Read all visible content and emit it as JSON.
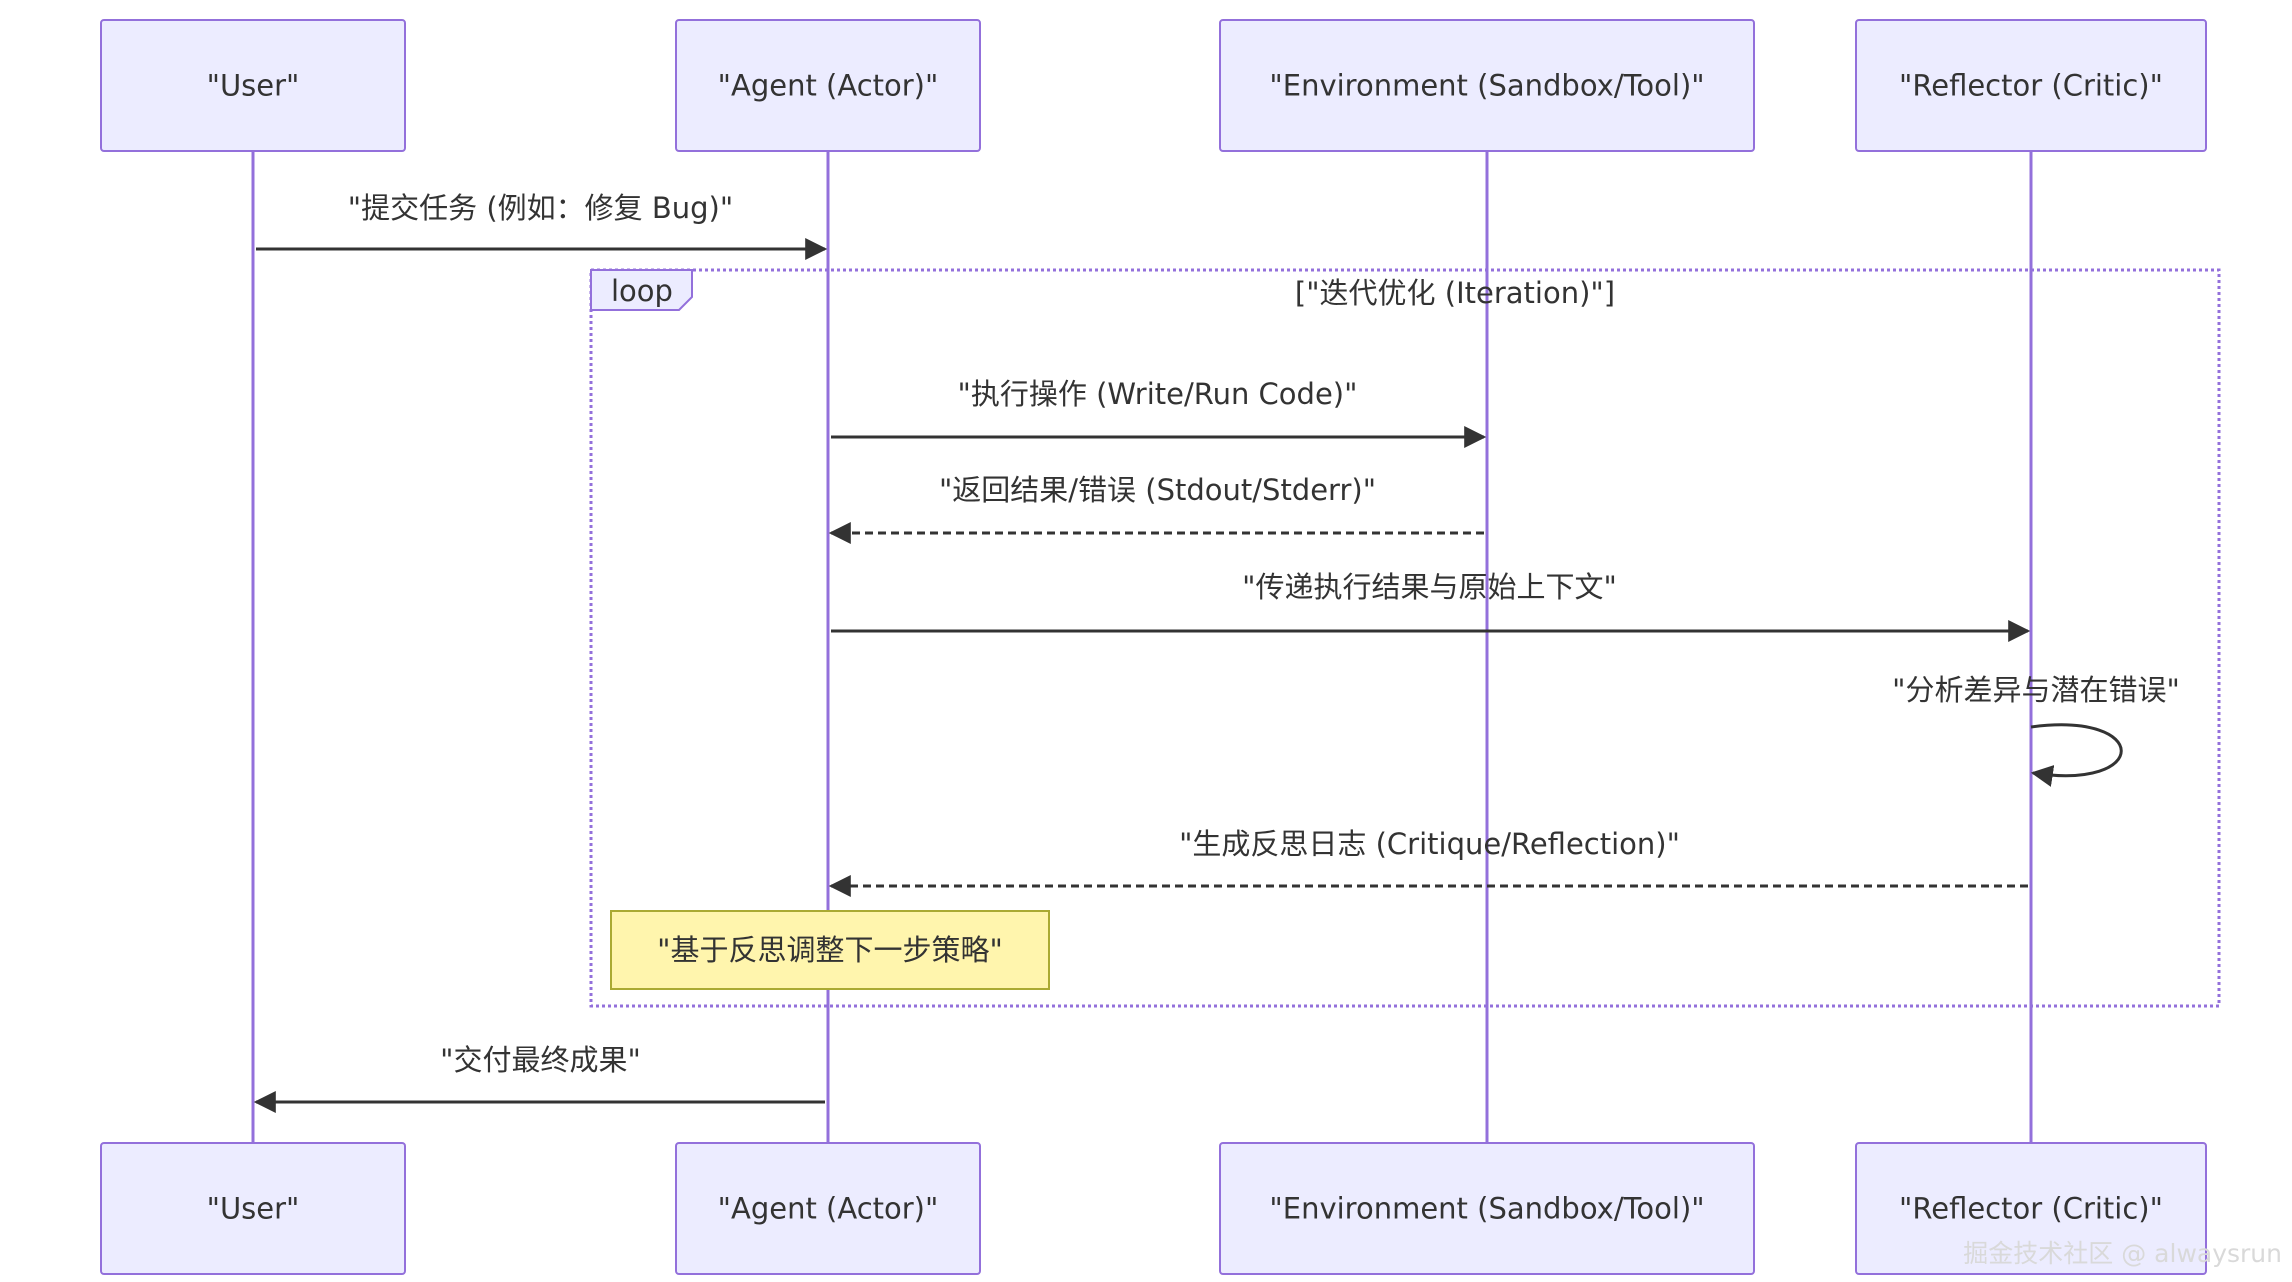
{
  "diagram": {
    "type": "sequence",
    "colors": {
      "lifeline": "#9370DB",
      "participant_fill": "#ECECFF",
      "participant_stroke": "#9370DB",
      "message": "#333333",
      "loop_border": "#9370DB",
      "note_fill": "#FFF5AD",
      "note_stroke": "#AAAA33"
    },
    "participants": [
      {
        "id": "user",
        "label": "\"User\""
      },
      {
        "id": "agent",
        "label": "\"Agent (Actor)\""
      },
      {
        "id": "env",
        "label": "\"Environment (Sandbox/Tool)\""
      },
      {
        "id": "reflector",
        "label": "\"Reflector (Critic)\""
      }
    ],
    "messages": [
      {
        "from": "user",
        "to": "agent",
        "style": "solid",
        "label": "\"提交任务 (例如：修复 Bug)\""
      },
      {
        "from": "agent",
        "to": "env",
        "style": "solid",
        "label": "\"执行操作 (Write/Run Code)\""
      },
      {
        "from": "env",
        "to": "agent",
        "style": "dashed",
        "label": "\"返回结果/错误 (Stdout/Stderr)\""
      },
      {
        "from": "agent",
        "to": "reflector",
        "style": "solid",
        "label": "\"传递执行结果与原始上下文\""
      },
      {
        "from": "reflector",
        "to": "reflector",
        "style": "self",
        "label": "\"分析差异与潜在错误\""
      },
      {
        "from": "reflector",
        "to": "agent",
        "style": "dashed",
        "label": "\"生成反思日志 (Critique/Reflection)\""
      },
      {
        "from": "agent",
        "to": "user",
        "style": "solid",
        "label": "\"交付最终成果\""
      }
    ],
    "loop": {
      "tag": "loop",
      "title": "[\"迭代优化 (Iteration)\"]"
    },
    "note": {
      "over": "agent",
      "text": "\"基于反思调整下一步策略\""
    }
  },
  "watermark": "掘金技术社区 @ alwaysrun"
}
